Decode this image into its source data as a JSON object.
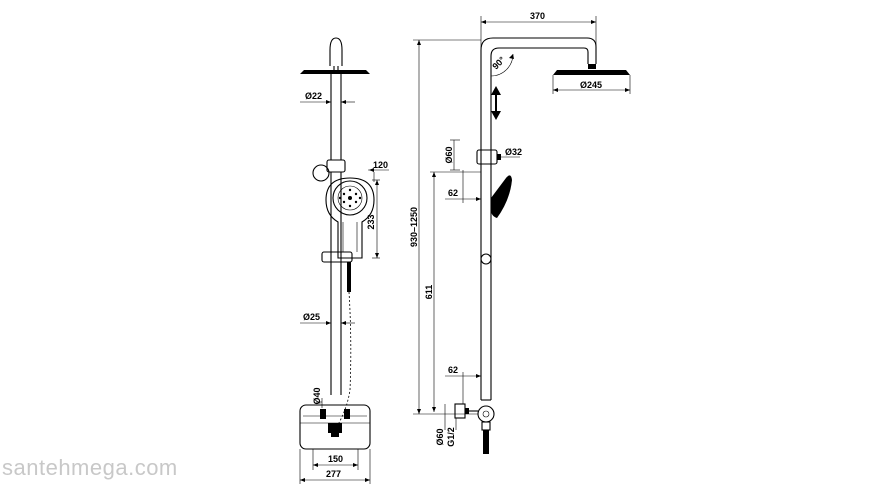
{
  "watermark": "santehmega.com",
  "front_view": {
    "d_top_tube": "Ø22",
    "width_handshower": "120",
    "height_handshower": "233",
    "d_riser": "Ø25",
    "d_mixer_body": "Ø40",
    "mixer_centers": "150",
    "mixer_width": "277"
  },
  "side_view": {
    "arm_length": "370",
    "arm_angle": "90°",
    "d_head": "Ø245",
    "d_slider_bracket": "Ø60",
    "d_slider": "Ø32",
    "slider_offset": "62",
    "total_height": "930–1250",
    "riser_height": "611",
    "wall_offset": "62",
    "d_wall_bracket": "Ø60",
    "inlet_thread": "G1/2"
  }
}
